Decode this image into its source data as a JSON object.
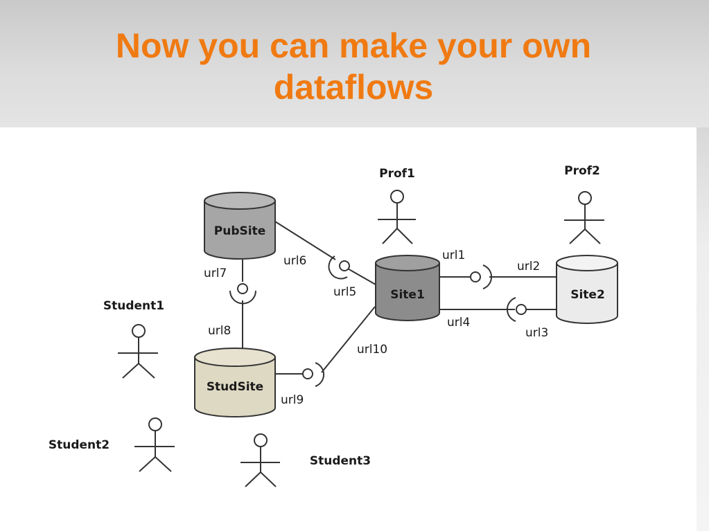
{
  "title_line1": "Now you can make your own",
  "title_line2": "dataflows",
  "sites": {
    "pubsite": "PubSite",
    "studsite": "StudSite",
    "site1": "Site1",
    "site2": "Site2"
  },
  "actors": {
    "prof1": "Prof1",
    "prof2": "Prof2",
    "student1": "Student1",
    "student2": "Student2",
    "student3": "Student3"
  },
  "urls": {
    "url1": "url1",
    "url2": "url2",
    "url3": "url3",
    "url4": "url4",
    "url5": "url5",
    "url6": "url6",
    "url7": "url7",
    "url8": "url8",
    "url9": "url9",
    "url10": "url10"
  },
  "colors": {
    "title": "#f07a12",
    "pubsite_fill": "#a6a6a6",
    "site1_fill": "#8c8c8c",
    "site2_fill": "#ebebeb",
    "studsite_fill": "#ddd9c3"
  }
}
